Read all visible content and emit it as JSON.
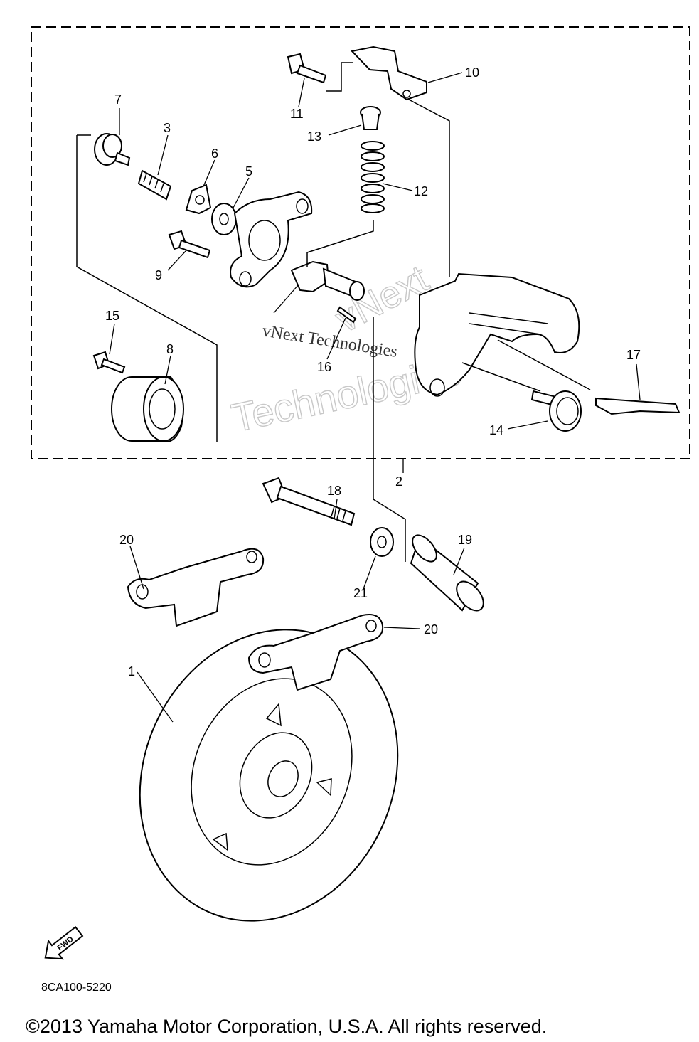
{
  "diagram": {
    "callouts": [
      "1",
      "2",
      "3",
      "5",
      "6",
      "7",
      "8",
      "9",
      "10",
      "11",
      "12",
      "13",
      "14",
      "15",
      "16",
      "17",
      "18",
      "19",
      "20",
      "20",
      "21"
    ],
    "fwd_label": "FWD",
    "watermark": {
      "outline_line1": "vNext",
      "outline_line2": "Technologies",
      "overlay_text": "vNext Technologies"
    }
  },
  "footer": {
    "diagram_code": "8CA100-5220",
    "copyright": "©2013 Yamaha Motor Corporation, U.S.A. All rights reserved."
  }
}
